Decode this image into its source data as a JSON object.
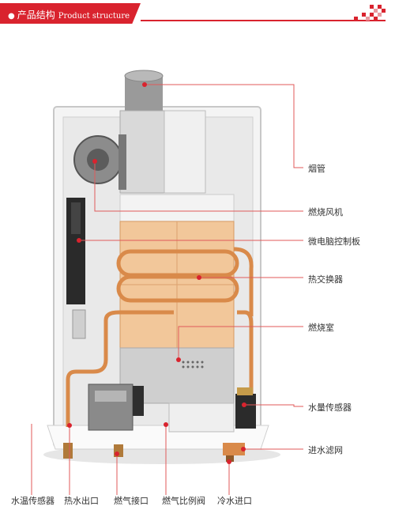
{
  "header": {
    "title_cn": "产品结构",
    "title_en": "Product structure"
  },
  "labels": {
    "flue_pipe": "烟管",
    "combustion_fan": "燃烧风机",
    "control_board": "微电脑控制板",
    "heat_exchanger": "热交换器",
    "combustion_chamber": "燃烧室",
    "water_flow_sensor": "水量传感器",
    "inlet_filter": "进水滤网",
    "water_temp_sensor": "水温传感器",
    "hot_water_outlet": "热水出口",
    "gas_inlet": "燃气接口",
    "gas_proportional_valve": "燃气比例阀",
    "cold_water_inlet": "冷水进口"
  },
  "colors": {
    "accent": "#d9232e",
    "copper": "#d98a4a",
    "exchanger": "#f2c79a"
  }
}
